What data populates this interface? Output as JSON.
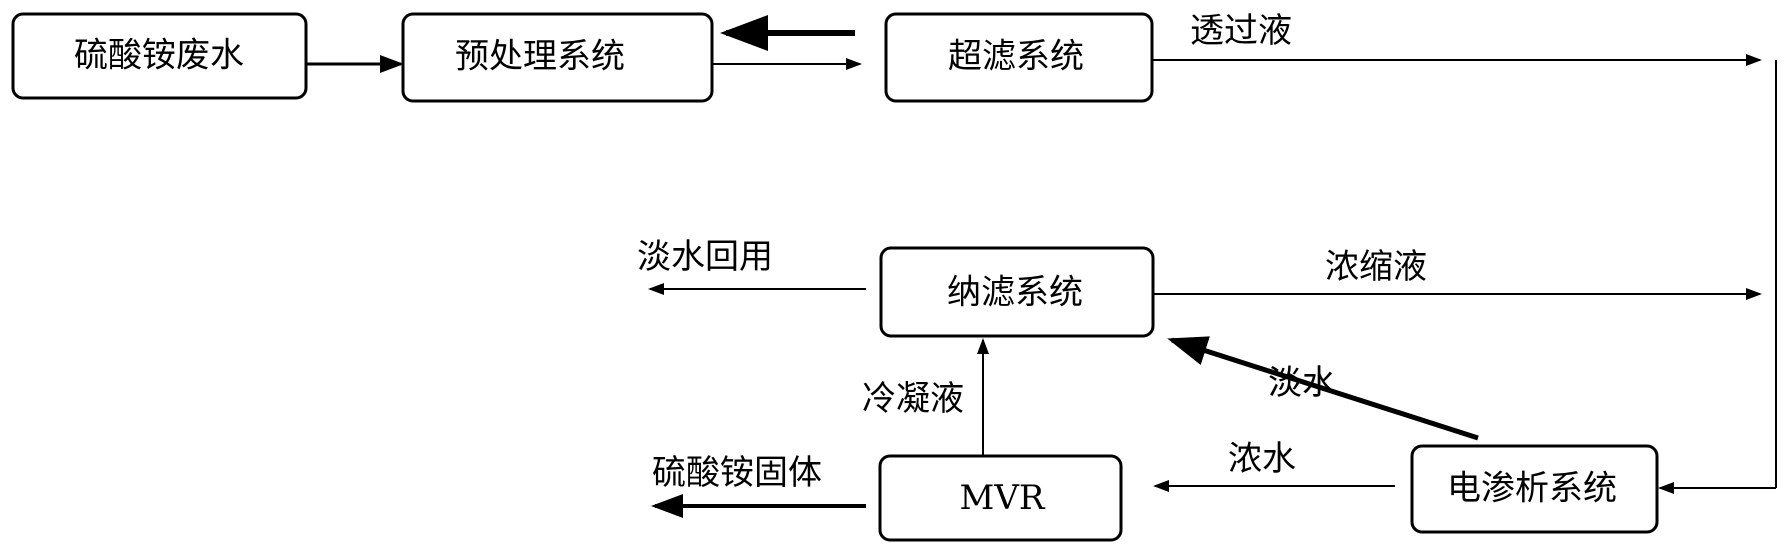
{
  "nodes": {
    "wastewater": "硫酸铵废水",
    "pretreatment": "预处理系统",
    "ultrafiltration": "超滤系统",
    "nanofiltration": "纳滤系统",
    "electrodialysis": "电渗析系统",
    "mvr": "MVR"
  },
  "edge_labels": {
    "permeate": "透过液",
    "concentrate": "浓缩液",
    "fresh_water_reuse": "淡水回用",
    "fresh_water": "淡水",
    "concentrated_water": "浓水",
    "condensate": "冷凝液",
    "ammonium_sulfate_solid": "硫酸铵固体"
  },
  "colors": {
    "stroke": "#000000",
    "background": "#ffffff"
  }
}
